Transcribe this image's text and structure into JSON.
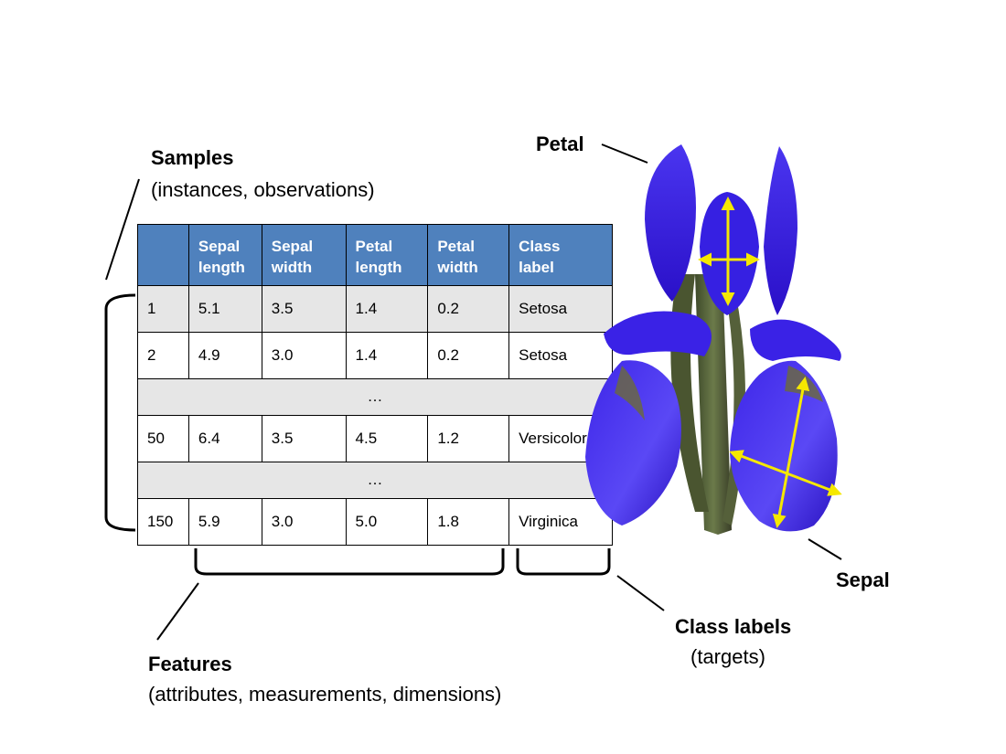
{
  "table": {
    "headers": [
      "",
      "Sepal\nlength",
      "Sepal\nwidth",
      "Petal\nlength",
      "Petal\nwidth",
      "Class\nlabel"
    ],
    "rows": [
      {
        "cells": [
          "1",
          "5.1",
          "3.5",
          "1.4",
          "0.2",
          "Setosa"
        ]
      },
      {
        "cells": [
          "2",
          "4.9",
          "3.0",
          "1.4",
          "0.2",
          "Setosa"
        ]
      },
      {
        "ellipsis": "…"
      },
      {
        "cells": [
          "50",
          "6.4",
          "3.5",
          "4.5",
          "1.2",
          "Versicolor"
        ]
      },
      {
        "ellipsis": "…"
      },
      {
        "cells": [
          "150",
          "5.9",
          "3.0",
          "5.0",
          "1.8",
          "Virginica"
        ]
      }
    ]
  },
  "labels": {
    "samples": {
      "title": "Samples",
      "subtitle": "(instances, observations)"
    },
    "features": {
      "title": "Features",
      "subtitle": "(attributes, measurements, dimensions)"
    },
    "class_labels": {
      "title": "Class labels",
      "subtitle": "(targets)"
    },
    "petal": "Petal",
    "sepal": "Sepal"
  },
  "colors": {
    "header_bg": "#4f81bd",
    "row_shade": "#e6e6e6",
    "flower_petal": "#3a1fe0",
    "arrow": "#f5e800"
  }
}
